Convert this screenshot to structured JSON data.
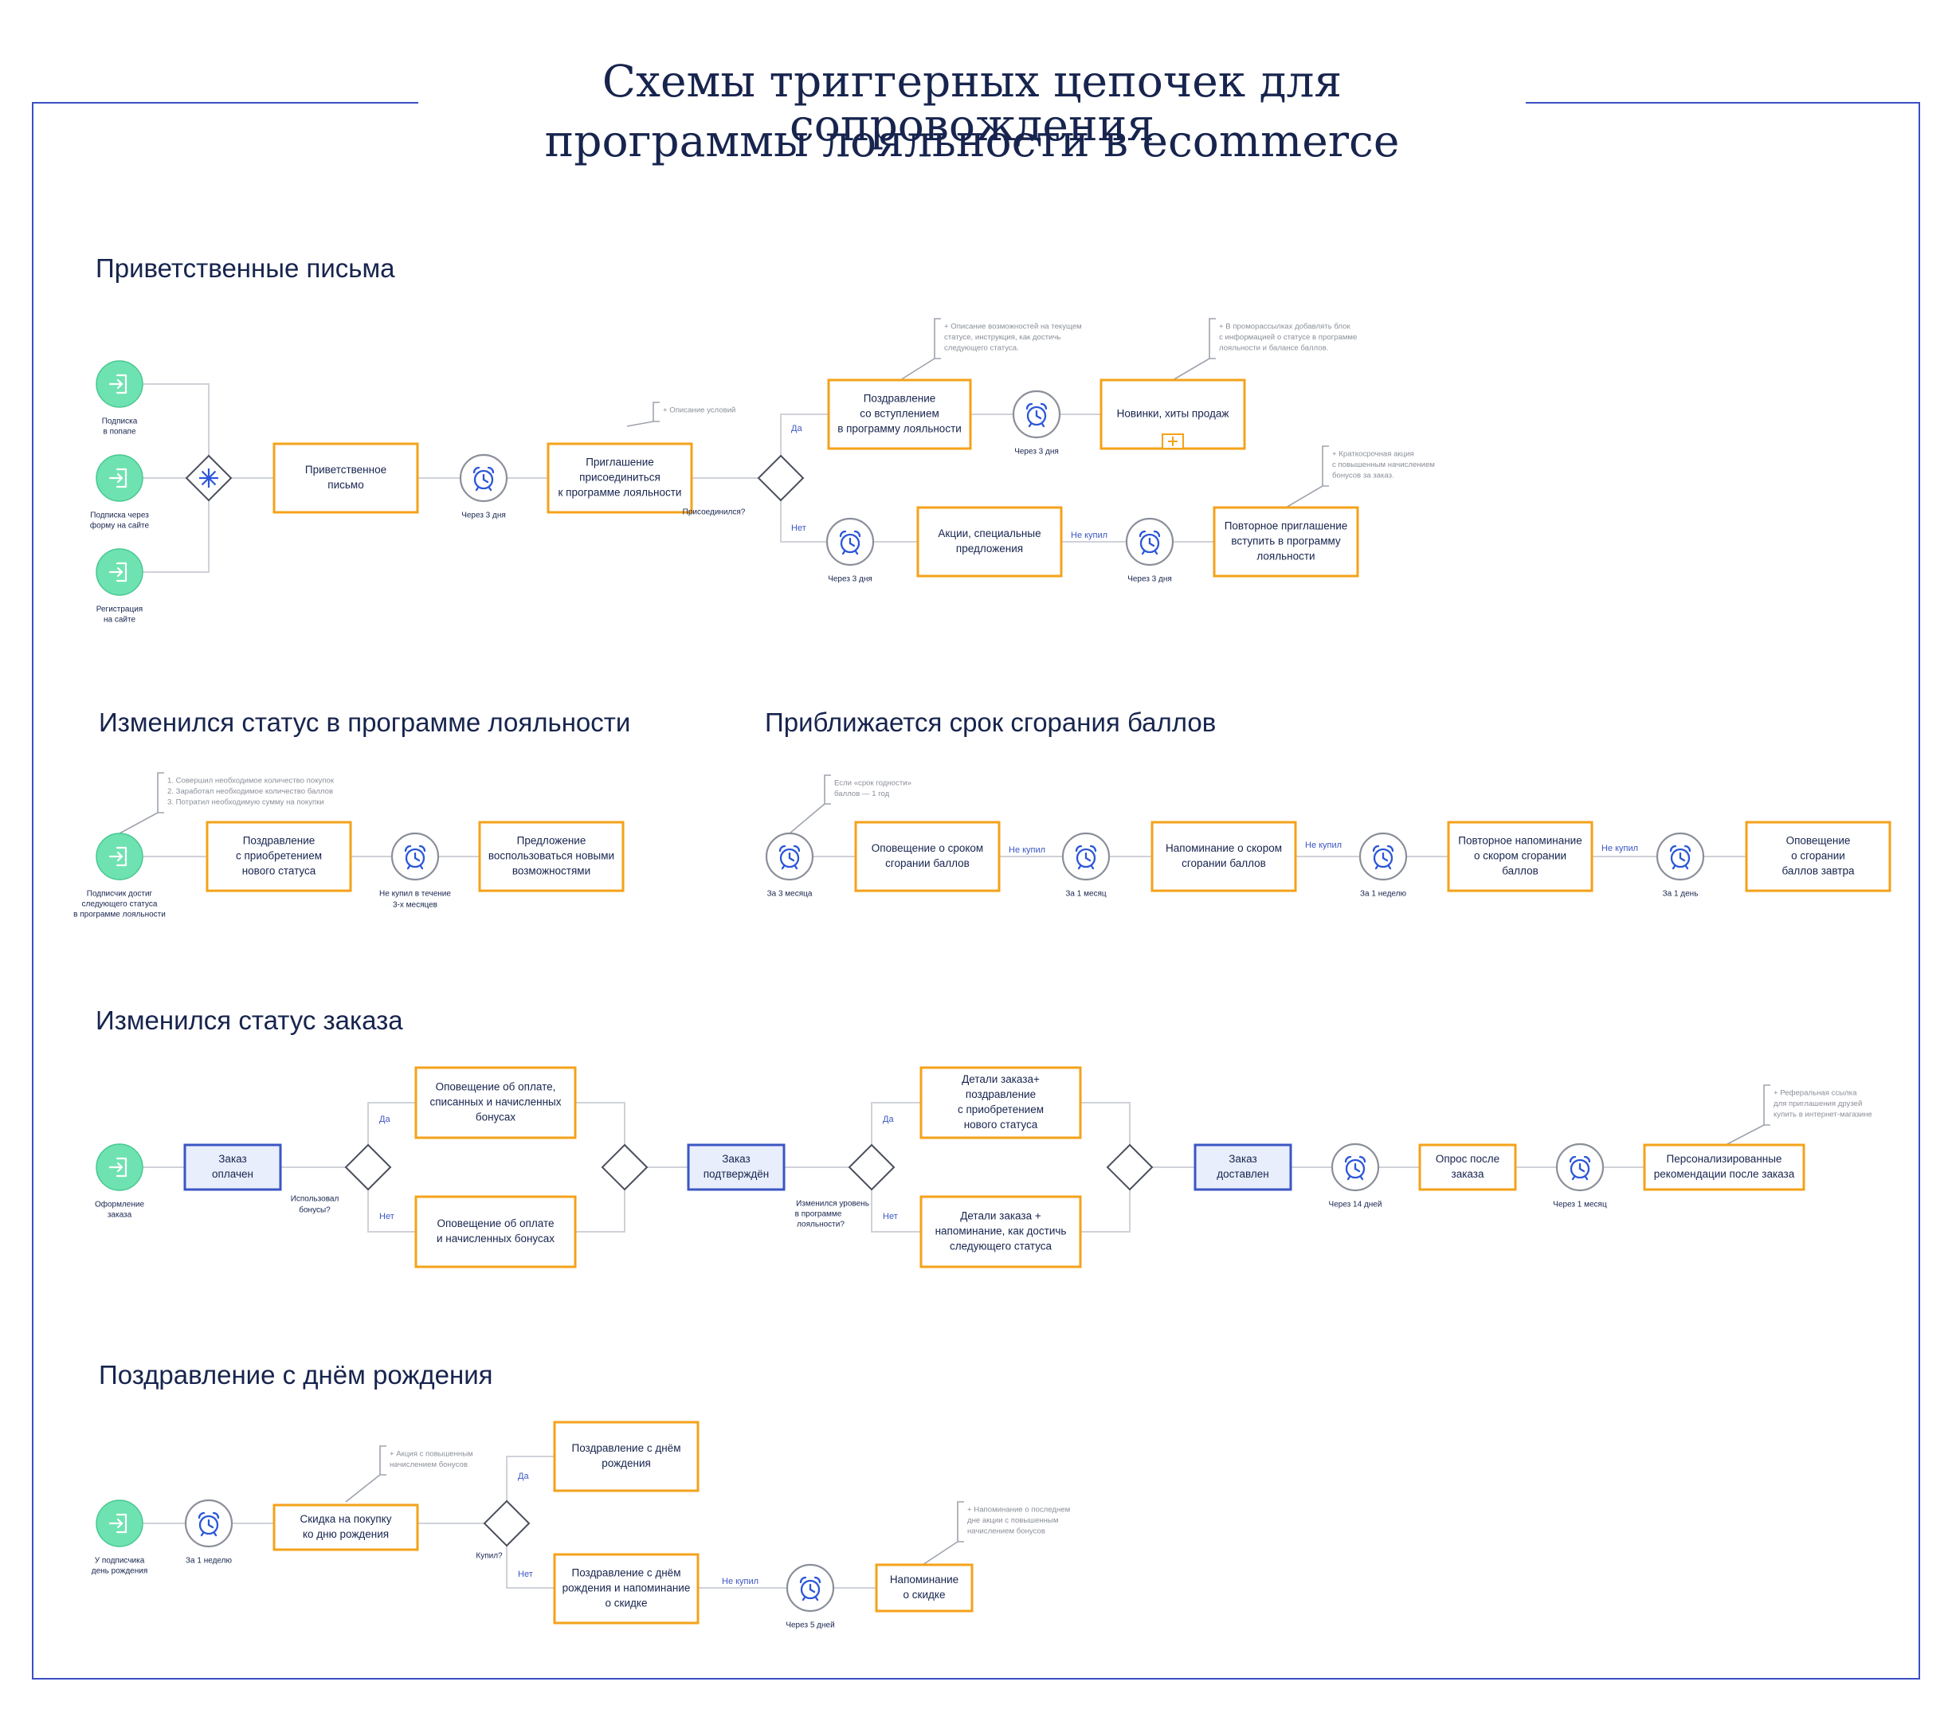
{
  "page_title": [
    "Схемы триггерных цепочек для сопровождения",
    "программы лояльности в ecommerce"
  ],
  "colors": {
    "frame": "#3b4fc4",
    "title": "#17244e",
    "box_border": "#f4a21a",
    "status_fill": "#e8eefb",
    "status_border": "#3b56c4",
    "start_fill": "#6fe2b1",
    "connector": "#cfd2d8",
    "accent_blue": "#2b56d8",
    "note_text": "#8a8f99"
  },
  "icons": {
    "start": "login-arrow-icon",
    "timer": "alarm-clock-icon",
    "gateway": "diamond-gateway",
    "parallel": "asterisk-icon",
    "subprocess": "plus-icon"
  },
  "sections": [
    {
      "title": "Приветственные письма",
      "flow": {
        "starts": [
          [
            "Подписка",
            "в попапе"
          ],
          [
            "Подписка через",
            "форму на сайте"
          ],
          [
            "Регистрация",
            "на сайте"
          ]
        ],
        "boxes": [
          [
            "Приветственное",
            "письмо"
          ],
          [
            "Приглашение",
            "присоединиться",
            "к программе лояльности"
          ],
          [
            "Поздравление",
            "со вступлением",
            "в программу лояльности"
          ],
          [
            "Новинки, хиты продаж"
          ],
          [
            "Акции, специальные",
            "предложения"
          ],
          [
            "Повторное приглашение",
            "вступить в программу",
            "лояльности"
          ]
        ],
        "timers": [
          [
            "Через 3 дня"
          ],
          [
            "Через 3 дня"
          ],
          [
            "Через 3 дня"
          ],
          [
            "Через 3 дня"
          ]
        ],
        "gateway_labels": [
          [
            "Присоединился?"
          ]
        ],
        "edge_labels": [
          "Да",
          "Нет",
          "Не купил"
        ],
        "notes": [
          [
            "+ Описание условий"
          ],
          [
            "+ Описание возможностей на текущем",
            "статусе, инструкция, как достичь",
            "следующего статуса."
          ],
          [
            "+ В промо­рассылках добавлять блок",
            "с информацией о статусе в программе",
            "лояльности и балансе баллов."
          ],
          [
            "+ Краткосрочная акция",
            "с повышенным начислением",
            "бонусов за заказ."
          ]
        ]
      }
    },
    {
      "title": "Изменился статус в программе лояльности",
      "flow": {
        "starts": [
          [
            "Подписчик достиг",
            "следующего статуса",
            "в программе лояльности"
          ]
        ],
        "boxes": [
          [
            "Поздравление",
            "с приобретением",
            "нового статуса"
          ],
          [
            "Предложение",
            "воспользоваться новыми",
            "возможностями"
          ]
        ],
        "timers": [
          [
            "Не купил в течение",
            "3-х месяцев"
          ]
        ],
        "notes": [
          [
            "1. Совершил необходимое количество покупок",
            "2. Заработал необходимое количество баллов",
            "3. Потратил необходимую сумму на покупки"
          ]
        ]
      }
    },
    {
      "title": "Приближается срок сгорания баллов",
      "flow": {
        "boxes": [
          [
            "Оповещение о сроком",
            "сгорании баллов"
          ],
          [
            "Напоминание о скором",
            "сгорании баллов"
          ],
          [
            "Повторное напоминание",
            "о скором сгорании",
            "баллов"
          ],
          [
            "Оповещение",
            "о сгорании",
            "баллов завтра"
          ]
        ],
        "timers": [
          [
            "За 3 месяца"
          ],
          [
            "За 1 месяц"
          ],
          [
            "За 1 неделю"
          ],
          [
            "За 1 день"
          ]
        ],
        "edge_labels": [
          "Не купил",
          "Не купил",
          "Не купил"
        ],
        "notes": [
          [
            "Если «срок годности»",
            "баллов — 1 год"
          ]
        ]
      }
    },
    {
      "title": "Изменился статус заказа",
      "flow": {
        "starts": [
          [
            "Оформление",
            "заказа"
          ]
        ],
        "statuses": [
          [
            "Заказ",
            "оплачен"
          ],
          [
            "Заказ",
            "подтверждён"
          ],
          [
            "Заказ",
            "доставлен"
          ]
        ],
        "boxes": [
          [
            "Оповещение об оплате,",
            "списанных и начисленных",
            "бонусах"
          ],
          [
            "Оповещение об оплате",
            "и начисленных бонусах"
          ],
          [
            "Детали заказа+",
            "поздравление",
            "с приобретением",
            "нового статуса"
          ],
          [
            "Детали заказа +",
            "напоминание, как достичь",
            "следующего статуса"
          ],
          [
            "Опрос после",
            "заказа"
          ],
          [
            "Персонализированные",
            "рекомендации после заказа"
          ]
        ],
        "timers": [
          [
            "Через 14 дней"
          ],
          [
            "Через 1 месяц"
          ]
        ],
        "gateway_labels": [
          [
            "Использовал",
            "бонусы?"
          ],
          [
            "Изменился уровень",
            "в программе",
            "лояльности?"
          ]
        ],
        "edge_labels": [
          "Да",
          "Нет",
          "Да",
          "Нет"
        ],
        "notes": [
          [
            "+ Реферальная ссылка",
            "для приглашения друзей",
            "купить в интернет-магазине"
          ]
        ]
      }
    },
    {
      "title": "Поздравление с днём рождения",
      "flow": {
        "starts": [
          [
            "У подписчика",
            "день рождения"
          ]
        ],
        "boxes": [
          [
            "Скидка на покупку",
            "ко дню рождения"
          ],
          [
            "Поздравление с днём",
            "рождения"
          ],
          [
            "Поздравление с днём",
            "рождения и напоминание",
            "о скидке"
          ],
          [
            "Напоминание",
            "о скидке"
          ]
        ],
        "timers": [
          [
            "За 1 неделю"
          ],
          [
            "Через 5 дней"
          ]
        ],
        "gateway_labels": [
          [
            "Купил?"
          ]
        ],
        "edge_labels": [
          "Да",
          "Нет",
          "Не купил"
        ],
        "notes": [
          [
            "+ Акция с повышенным",
            "начислением бонусов"
          ],
          [
            "+ Напоминание о последнем",
            "дне акции с повышенным",
            "начислением бонусов"
          ]
        ]
      }
    }
  ]
}
